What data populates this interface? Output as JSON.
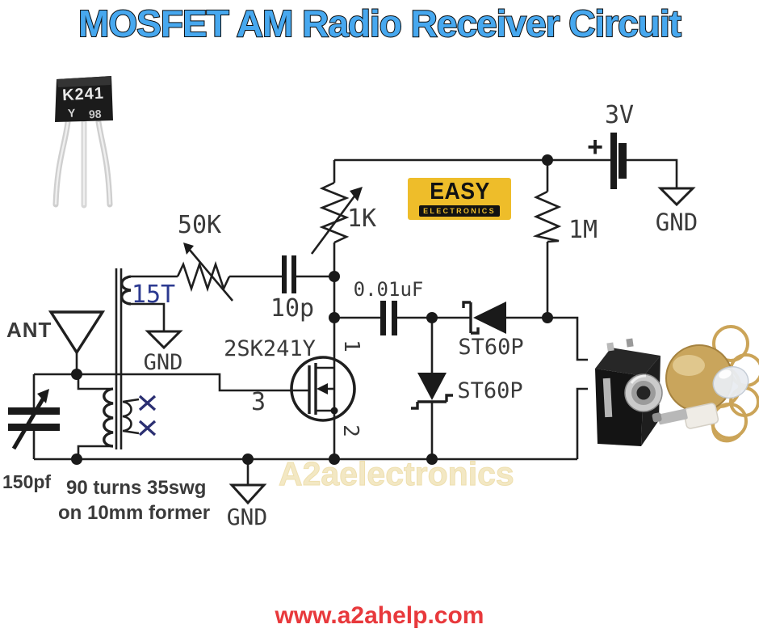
{
  "title": "MOSFET AM Radio Receiver Circuit",
  "branding": {
    "logo_top": "EASY",
    "logo_bottom": "ELECTRONICS",
    "watermark": "A2aelectronics",
    "website": "www.a2ahelp.com"
  },
  "photos": {
    "transistor": {
      "line1": "K241",
      "line2": "Y",
      "line3": "98"
    }
  },
  "components": {
    "battery": {
      "voltage": "3V",
      "plus": "+",
      "gnd": "GND"
    },
    "resistor_1m": "1M",
    "pot_1k": "1K",
    "pot_50k": "50K",
    "cap_10p": "10p",
    "cap_001uf": "0.01uF",
    "diode_series": "ST60P",
    "diode_shunt": "ST60P",
    "mosfet": {
      "part": "2SK241Y",
      "pin_drain": "1",
      "pin_source": "2",
      "pin_gate": "3"
    },
    "coil_secondary": {
      "turns": "15T",
      "gnd": "GND"
    },
    "coil_primary": {
      "note1": "90 turns 35swg",
      "note2": "on 10mm former"
    },
    "antenna": "ANT",
    "var_cap": "150pf",
    "gnd_source": "GND"
  },
  "colors": {
    "title_blue": "#47a8ef",
    "logo_yellow": "#eebd2a",
    "watermark_cream": "#f3e8c4",
    "website_red": "#e8393c",
    "turns_blue": "#2b3990",
    "wire_black": "#1f1f1f"
  }
}
